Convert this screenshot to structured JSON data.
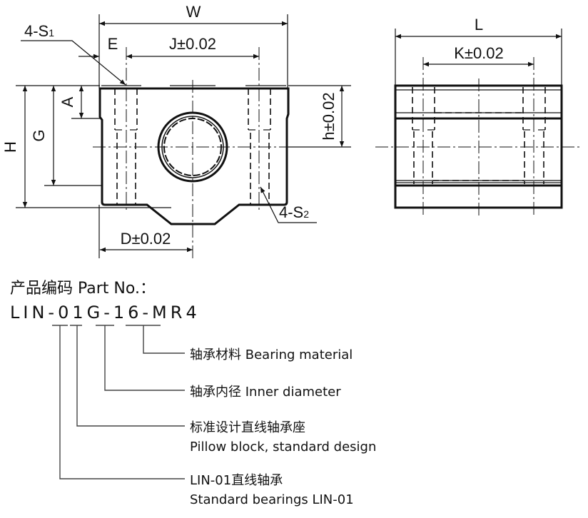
{
  "front_view": {
    "dims": {
      "W": "W",
      "E": "E",
      "J": "J±0.02",
      "S1": "4-S",
      "S1_sub": "1",
      "A": "A",
      "G": "G",
      "H": "H",
      "h": "h±0.02",
      "D": "D±0.02",
      "S2": "4-S",
      "S2_sub": "2"
    }
  },
  "side_view": {
    "dims": {
      "L": "L",
      "K": "K±0.02"
    }
  },
  "part_number": {
    "title": "产品编码 Part No.：",
    "code": "LIN-01G-16-MR4",
    "segments": [
      {
        "code": "MR4",
        "cn": "轴承材料",
        "en": "Bearing material"
      },
      {
        "code": "16",
        "cn": "轴承内径",
        "en": "Inner diameter"
      },
      {
        "code": "G",
        "cn": "标准设计直线轴承座",
        "en": "Pillow block, standard design"
      },
      {
        "code": "01",
        "cn": "LIN-01直线轴承",
        "en": "Standard bearings LIN-01"
      }
    ]
  }
}
